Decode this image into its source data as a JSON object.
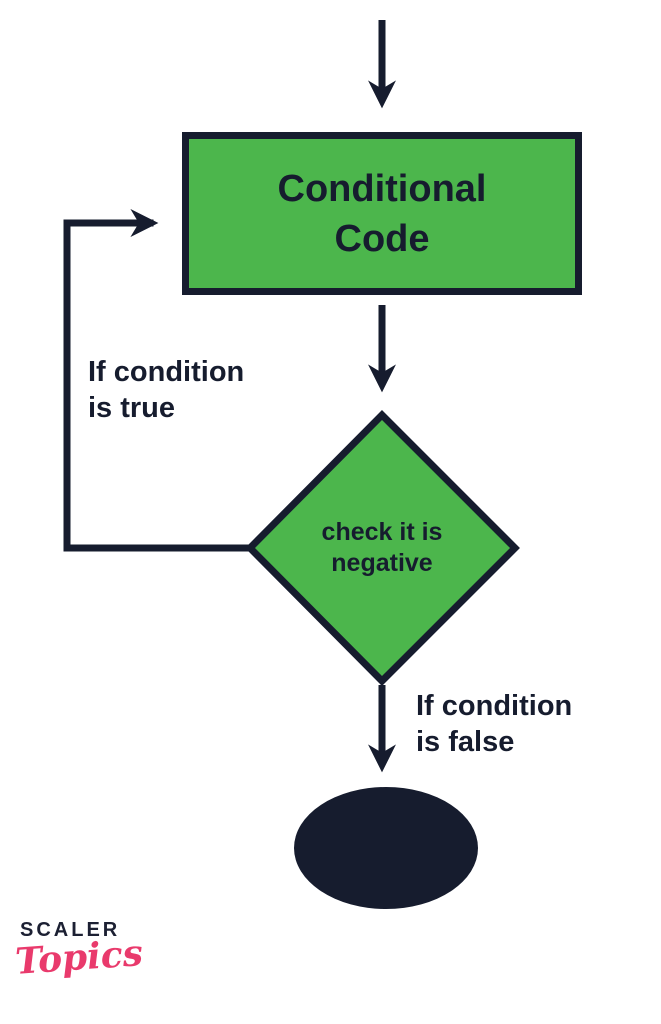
{
  "diagram": {
    "title": "do-while conditional flowchart",
    "nodes": {
      "process": {
        "label": "Conditional\nCode",
        "shape": "rectangle",
        "fill": "#4CB64C"
      },
      "decision": {
        "label": "check it is\nnegative",
        "shape": "diamond",
        "fill": "#4CB64C"
      },
      "terminator": {
        "label": "",
        "shape": "ellipse",
        "fill": "#161C2E"
      }
    },
    "edges": {
      "entry": {
        "label": "",
        "from": "start",
        "to": "process"
      },
      "process_to_decision": {
        "label": "",
        "from": "process",
        "to": "decision"
      },
      "true_branch": {
        "label": "If condition\nis true",
        "from": "decision",
        "to": "process"
      },
      "false_branch": {
        "label": "If condition\nis false",
        "from": "decision",
        "to": "terminator"
      }
    }
  },
  "branding": {
    "name": "SCALER",
    "sub": "Topics"
  },
  "colors": {
    "node_fill_green": "#4CB64C",
    "stroke_navy": "#161C2E",
    "brand_pink": "#E93A6C",
    "background": "#FFFFFF"
  }
}
